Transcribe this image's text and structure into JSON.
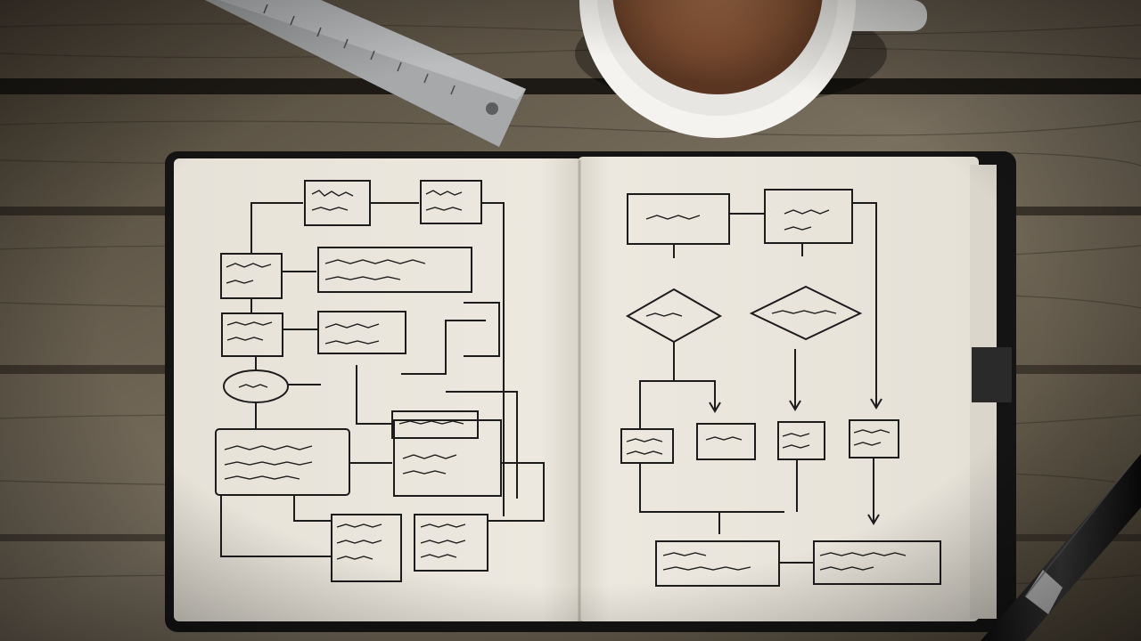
{
  "scene": {
    "description_free": true,
    "colors": {
      "wood_dark": "#3e372c",
      "wood_mid": "#6f6554",
      "wood_light": "#8d8470",
      "page": "#ece8df",
      "ink": "#1c1c1c",
      "notebook_cover": "#171717",
      "coffee": "#8b5a3a",
      "ruler": "#a9abac"
    },
    "objects": [
      "ruler",
      "coffee-cup",
      "open-notebook",
      "pen",
      "bookmark-ribbon"
    ],
    "icons": {
      "ruler": "ruler-icon",
      "cup": "coffee-cup-icon",
      "pen": "pen-icon"
    }
  }
}
